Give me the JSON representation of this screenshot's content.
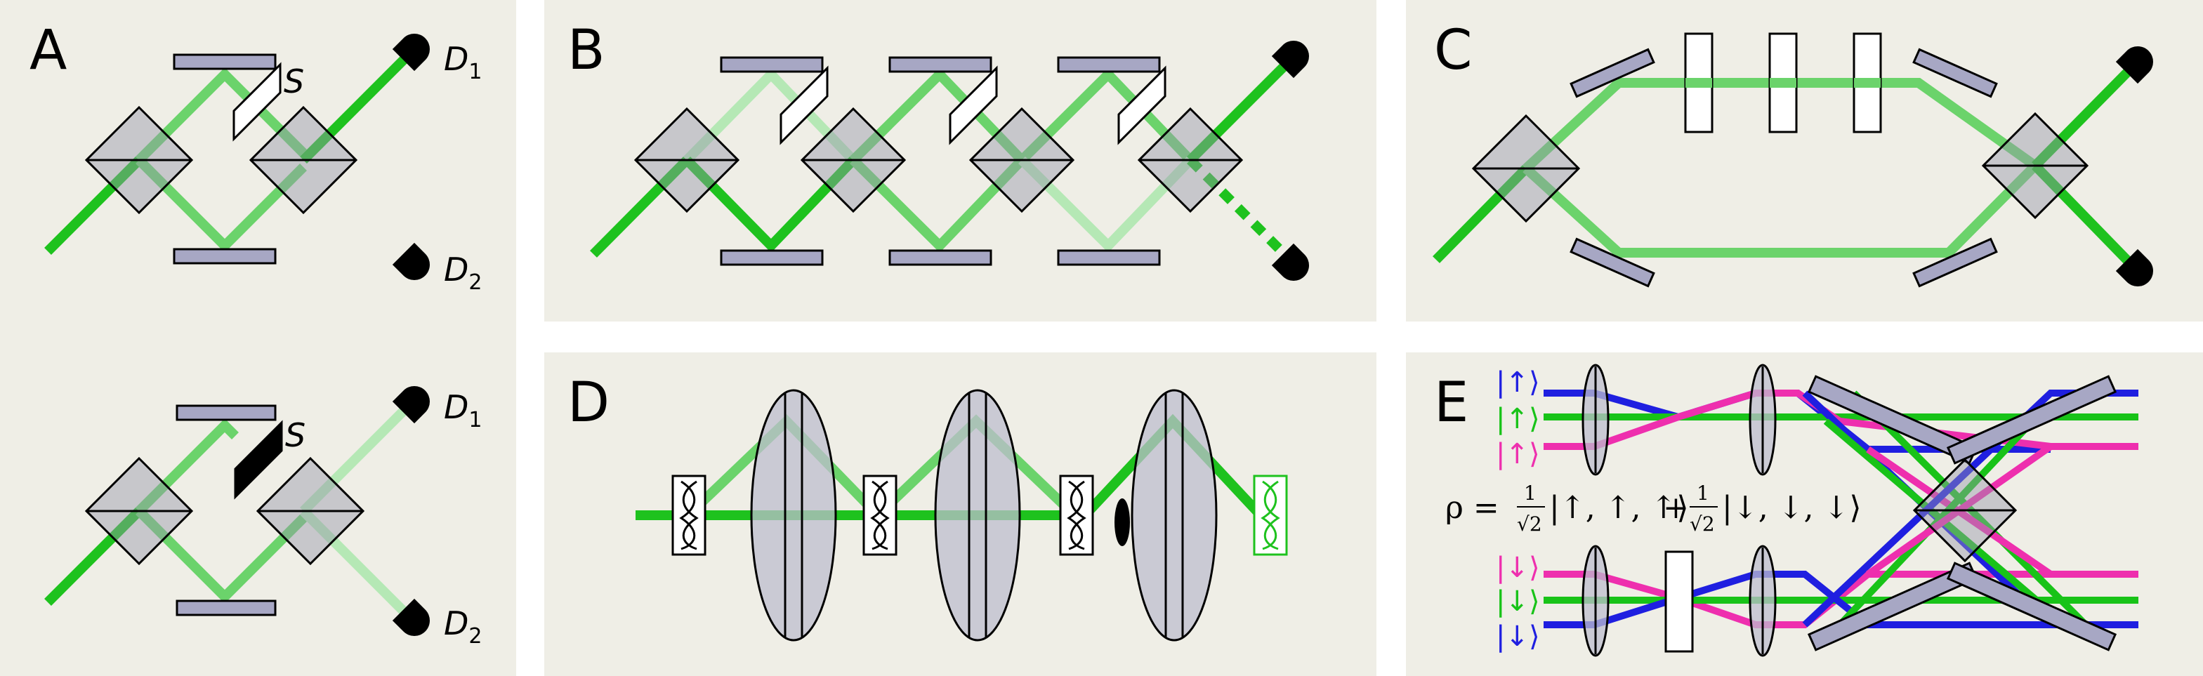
{
  "panels": {
    "A": {
      "letter": "A",
      "shutter": "S",
      "detector_1": "D",
      "detector_1_sub": "1",
      "detector_2": "D",
      "detector_2_sub": "2"
    },
    "A2": {
      "shutter": "S",
      "detector_1": "D",
      "detector_1_sub": "1",
      "detector_2": "D",
      "detector_2_sub": "2"
    },
    "B": {
      "letter": "B"
    },
    "C": {
      "letter": "C"
    },
    "D": {
      "letter": "D"
    },
    "E": {
      "letter": "E",
      "kets_top": [
        "|↑⟩",
        "|↑⟩",
        "|↑⟩"
      ],
      "kets_bottom": [
        "|↓⟩",
        "|↓⟩",
        "|↓⟩"
      ],
      "formula_lhs": "ρ =",
      "formula_num": "1",
      "formula_den": "√2",
      "formula_ket_up": "|↑, ↑, ↑⟩",
      "formula_plus": "+",
      "formula_ket_down": "|↓, ↓, ↓⟩"
    }
  },
  "colors": {
    "panel_bg": "#efeee6",
    "mirror": "#a7a7c4",
    "beam_strong": "#1ec21e",
    "beam_medium": "#6bd36b",
    "beam_light": "#b5e8b5",
    "blue": "#1f1fe0",
    "green": "#18c318",
    "magenta": "#ee2fae"
  }
}
